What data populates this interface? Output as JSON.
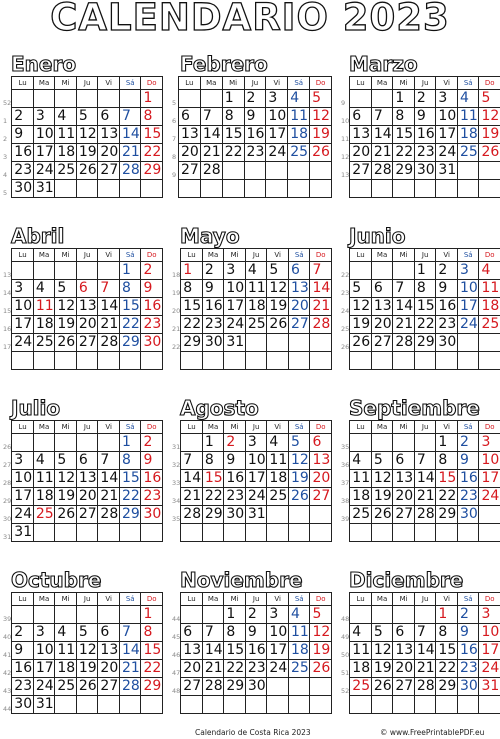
{
  "title": "CALENDARIO 2023",
  "weekdays": [
    "Lu",
    "Ma",
    "Mi",
    "Ju",
    "Vi",
    "Sá",
    "Do"
  ],
  "colors": {
    "saturday": "#1f4fa0",
    "sunday_holiday": "#d6191f",
    "text": "#111111"
  },
  "footer": {
    "left": "Calendario de Costa Rica 2023",
    "right": "© www.FreePrintablePDF.eu"
  },
  "months": [
    {
      "name": "Enero",
      "weeks": [
        "52",
        "1",
        "2",
        "3",
        "4",
        "5"
      ],
      "offset": 6,
      "days": 31,
      "holidays": []
    },
    {
      "name": "Febrero",
      "weeks": [
        "5",
        "6",
        "7",
        "8",
        "9"
      ],
      "offset": 2,
      "days": 28,
      "holidays": []
    },
    {
      "name": "Marzo",
      "weeks": [
        "9",
        "10",
        "11",
        "12",
        "13"
      ],
      "offset": 2,
      "days": 31,
      "holidays": []
    },
    {
      "name": "Abril",
      "weeks": [
        "13",
        "14",
        "15",
        "16",
        "17"
      ],
      "offset": 5,
      "days": 30,
      "holidays": [
        6,
        7,
        11
      ]
    },
    {
      "name": "Mayo",
      "weeks": [
        "18",
        "19",
        "20",
        "21",
        "22"
      ],
      "offset": 0,
      "days": 31,
      "holidays": [
        1
      ]
    },
    {
      "name": "Junio",
      "weeks": [
        "22",
        "23",
        "24",
        "25",
        "26"
      ],
      "offset": 3,
      "days": 30,
      "holidays": []
    },
    {
      "name": "Julio",
      "weeks": [
        "26",
        "27",
        "28",
        "29",
        "30",
        "31"
      ],
      "offset": 5,
      "days": 31,
      "holidays": [
        25
      ]
    },
    {
      "name": "Agosto",
      "weeks": [
        "31",
        "32",
        "33",
        "34",
        "35"
      ],
      "offset": 1,
      "days": 31,
      "holidays": [
        2,
        15
      ]
    },
    {
      "name": "Septiembre",
      "weeks": [
        "35",
        "36",
        "37",
        "38",
        "39"
      ],
      "offset": 4,
      "days": 30,
      "holidays": [
        15
      ]
    },
    {
      "name": "Octubre",
      "weeks": [
        "39",
        "40",
        "41",
        "42",
        "43",
        "44"
      ],
      "offset": 6,
      "days": 31,
      "holidays": []
    },
    {
      "name": "Noviembre",
      "weeks": [
        "44",
        "45",
        "46",
        "47",
        "48"
      ],
      "offset": 2,
      "days": 30,
      "holidays": []
    },
    {
      "name": "Diciembre",
      "weeks": [
        "48",
        "49",
        "50",
        "51",
        "52"
      ],
      "offset": 4,
      "days": 31,
      "holidays": [
        1,
        25
      ]
    }
  ]
}
